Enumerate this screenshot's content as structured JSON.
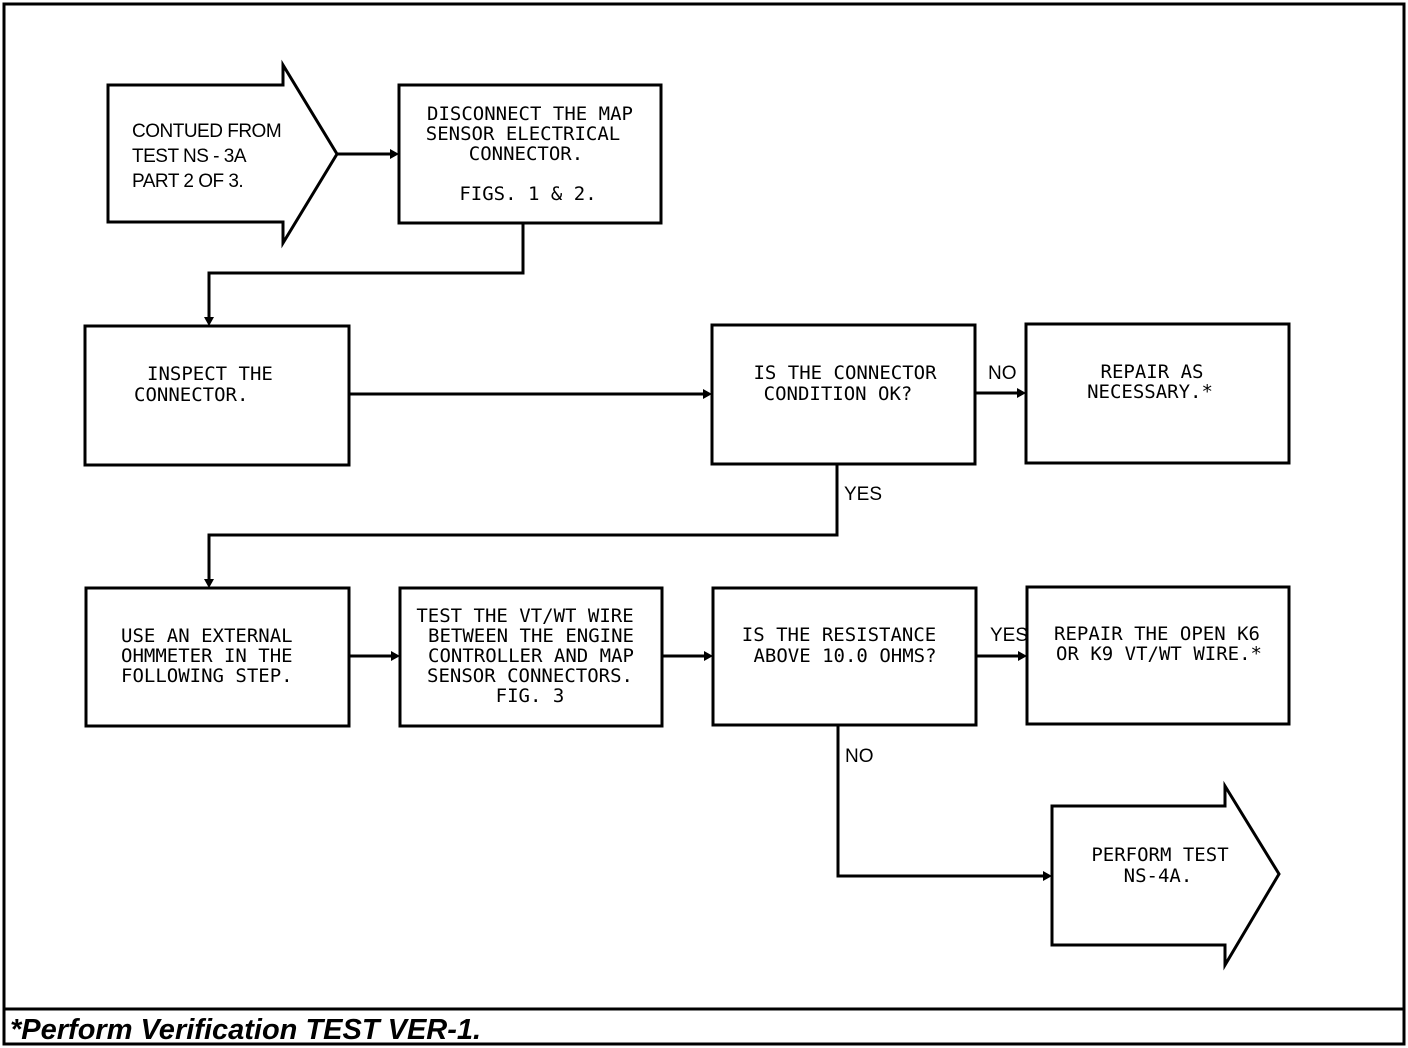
{
  "steps": {
    "start": [
      "CONTUED FROM",
      "TEST NS - 3A",
      "PART 2 OF 3."
    ],
    "disconnect": [
      "DISCONNECT THE MAP",
      "SENSOR ELECTRICAL",
      "CONNECTOR.",
      "FIGS. 1 & 2."
    ],
    "inspect": [
      "INSPECT THE",
      "CONNECTOR."
    ],
    "connector_ok": [
      "IS THE CONNECTOR",
      "CONDITION OK?"
    ],
    "repair1": [
      "REPAIR AS",
      "NECESSARY.*"
    ],
    "ohmmeter": [
      "USE AN EXTERNAL",
      "OHMMETER IN THE",
      "FOLLOWING STEP."
    ],
    "test_wire": [
      "TEST THE VT/WT WIRE",
      "BETWEEN THE ENGINE",
      "CONTROLLER AND MAP",
      "SENSOR CONNECTORS.",
      "FIG. 3"
    ],
    "resistance": [
      "IS THE RESISTANCE",
      "ABOVE 10.0 OHMS?"
    ],
    "repair2": [
      "REPAIR THE OPEN K6",
      "OR K9 VT/WT WIRE.*"
    ],
    "perform": [
      "PERFORM TEST",
      "NS-4A."
    ]
  },
  "labels": {
    "no1": "NO",
    "yes1": "YES",
    "yes2": "YES",
    "no2": "NO"
  },
  "footer": "*Perform Verification TEST VER-1."
}
